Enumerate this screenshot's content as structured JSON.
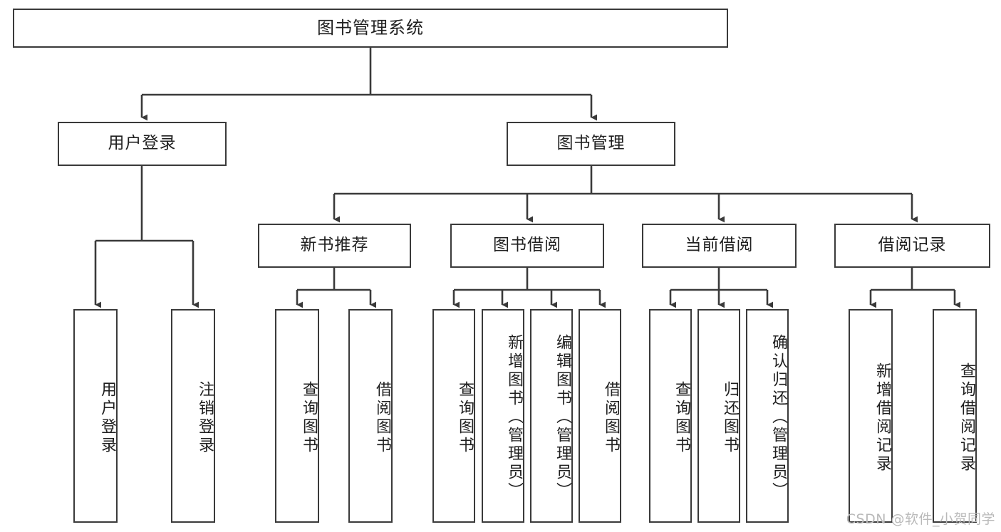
{
  "diagram": {
    "title": "图书管理系统",
    "type": "tree-hierarchy-diagram",
    "colors": {
      "stroke": "#3a3a3a",
      "box_fill": "#ffffff",
      "text": "#1f1f1f",
      "watermark": "#b9b9b9",
      "background": "#ffffff"
    },
    "root": {
      "label": "图书管理系统"
    },
    "level2": [
      {
        "label": "用户登录"
      },
      {
        "label": "图书管理"
      }
    ],
    "level3": [
      {
        "label": "新书推荐"
      },
      {
        "label": "图书借阅"
      },
      {
        "label": "当前借阅"
      },
      {
        "label": "借阅记录"
      }
    ],
    "leaves": {
      "user_login": [
        {
          "label": "用户登录"
        },
        {
          "label": "注销登录"
        }
      ],
      "new_book_recommend": [
        {
          "label": "查询图书"
        },
        {
          "label": "借阅图书"
        }
      ],
      "book_borrow": [
        {
          "label": "查询图书"
        },
        {
          "label": "新增图书（管理员）"
        },
        {
          "label": "编辑图书（管理员）"
        },
        {
          "label": "借阅图书"
        }
      ],
      "current_borrow": [
        {
          "label": "查询图书"
        },
        {
          "label": "归还图书"
        },
        {
          "label": "确认归还（管理员）"
        }
      ],
      "borrow_record": [
        {
          "label": "新增借阅记录"
        },
        {
          "label": "查询借阅记录"
        }
      ]
    }
  },
  "watermark": {
    "text": "CSDN @软件_小贺同学"
  }
}
